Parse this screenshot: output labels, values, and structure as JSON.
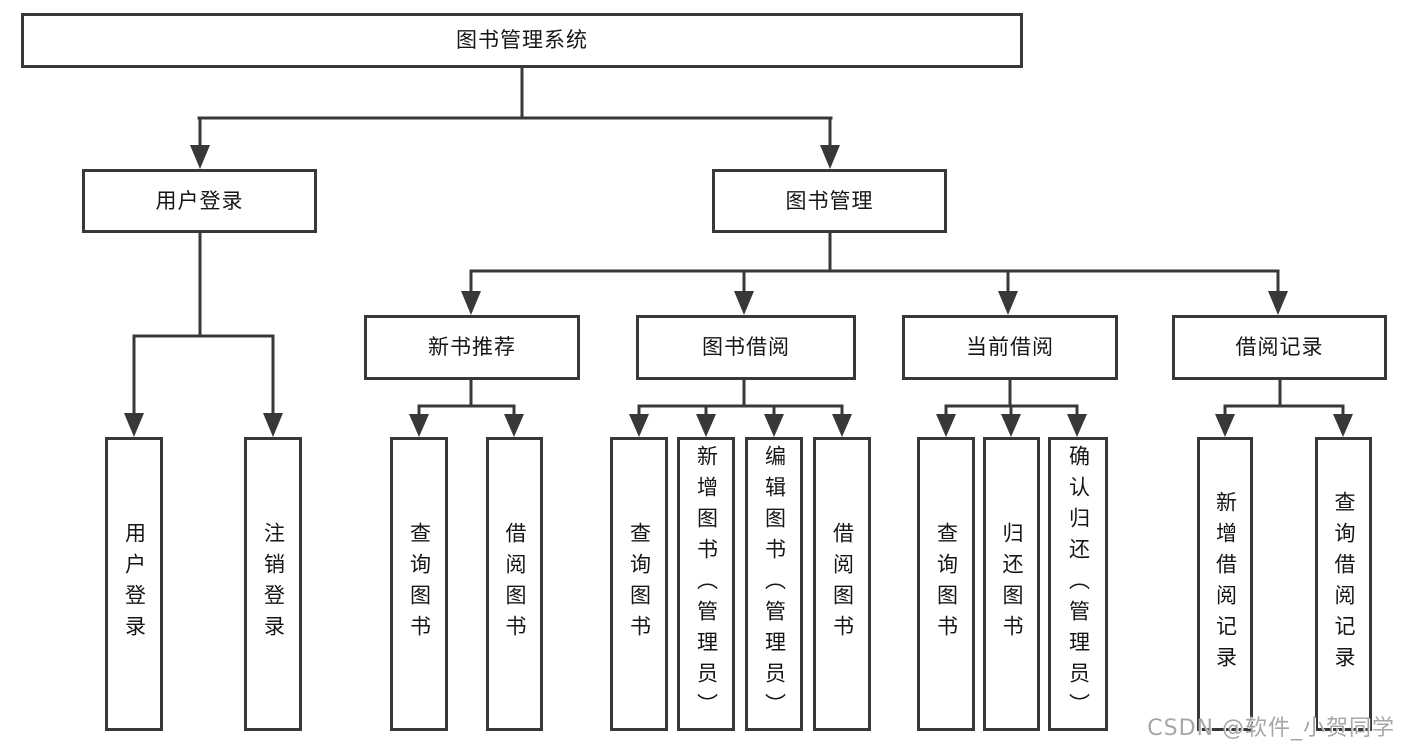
{
  "diagram": {
    "root": {
      "label": "图书管理系统"
    },
    "level2": [
      {
        "id": "user-login",
        "label": "用户登录"
      },
      {
        "id": "book-management",
        "label": "图书管理"
      }
    ],
    "level3": [
      {
        "id": "new-book-recommendation",
        "parent": "book-management",
        "label": "新书推荐"
      },
      {
        "id": "book-borrowing",
        "parent": "book-management",
        "label": "图书借阅"
      },
      {
        "id": "current-borrowing",
        "parent": "book-management",
        "label": "当前借阅"
      },
      {
        "id": "borrowing-records",
        "parent": "book-management",
        "label": "借阅记录"
      }
    ],
    "leaves": [
      {
        "parent": "user-login",
        "label": "用户登录"
      },
      {
        "parent": "user-login",
        "label": "注销登录"
      },
      {
        "parent": "new-book-recommendation",
        "label": "查询图书"
      },
      {
        "parent": "new-book-recommendation",
        "label": "借阅图书"
      },
      {
        "parent": "book-borrowing",
        "label": "查询图书"
      },
      {
        "parent": "book-borrowing",
        "label": "新增图书（管理员）"
      },
      {
        "parent": "book-borrowing",
        "label": "编辑图书（管理员）"
      },
      {
        "parent": "book-borrowing",
        "label": "借阅图书"
      },
      {
        "parent": "current-borrowing",
        "label": "查询图书"
      },
      {
        "parent": "current-borrowing",
        "label": "归还图书"
      },
      {
        "parent": "current-borrowing",
        "label": "确认归还（管理员）"
      },
      {
        "parent": "borrowing-records",
        "label": "新增借阅记录"
      },
      {
        "parent": "borrowing-records",
        "label": "查询借阅记录"
      }
    ],
    "colors": {
      "line": "#383838",
      "text": "#161616",
      "box_background": "#ffffff",
      "watermark_text": "#a6a6a6"
    },
    "watermark": "CSDN @软件_小贺同学"
  }
}
